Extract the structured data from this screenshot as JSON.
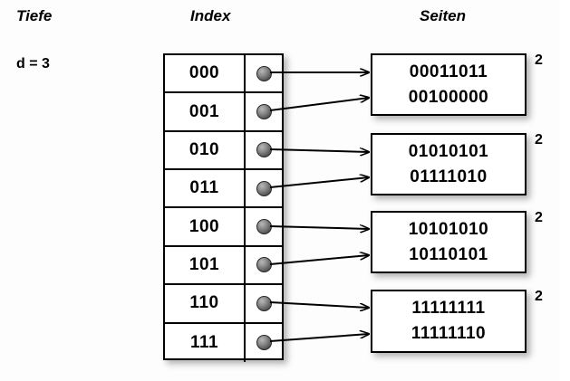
{
  "headings": {
    "depth": "Tiefe",
    "index": "Index",
    "pages": "Seiten"
  },
  "depth": {
    "label": "d = 3"
  },
  "index_table": {
    "rows": [
      {
        "key": "000",
        "pointer": "bullet-icon",
        "target_page": 0
      },
      {
        "key": "001",
        "pointer": "bullet-icon",
        "target_page": 0
      },
      {
        "key": "010",
        "pointer": "bullet-icon",
        "target_page": 1
      },
      {
        "key": "011",
        "pointer": "bullet-icon",
        "target_page": 1
      },
      {
        "key": "100",
        "pointer": "bullet-icon",
        "target_page": 2
      },
      {
        "key": "101",
        "pointer": "bullet-icon",
        "target_page": 2
      },
      {
        "key": "110",
        "pointer": "bullet-icon",
        "target_page": 3
      },
      {
        "key": "111",
        "pointer": "bullet-icon",
        "target_page": 3
      }
    ]
  },
  "pages": [
    {
      "lines": [
        "00011011",
        "00100000"
      ],
      "local_depth": "2"
    },
    {
      "lines": [
        "01010101",
        "01111010"
      ],
      "local_depth": "2"
    },
    {
      "lines": [
        "10101010",
        "10110101"
      ],
      "local_depth": "2"
    },
    {
      "lines": [
        "11111111",
        "11111110"
      ],
      "local_depth": "2"
    }
  ],
  "colors": {
    "background": "#fdfdfd",
    "box_fill": "#ffffff",
    "stroke": "#000000",
    "bullet": "#5a5a5a",
    "shadow": "rgba(0,0,0,0.30)"
  }
}
